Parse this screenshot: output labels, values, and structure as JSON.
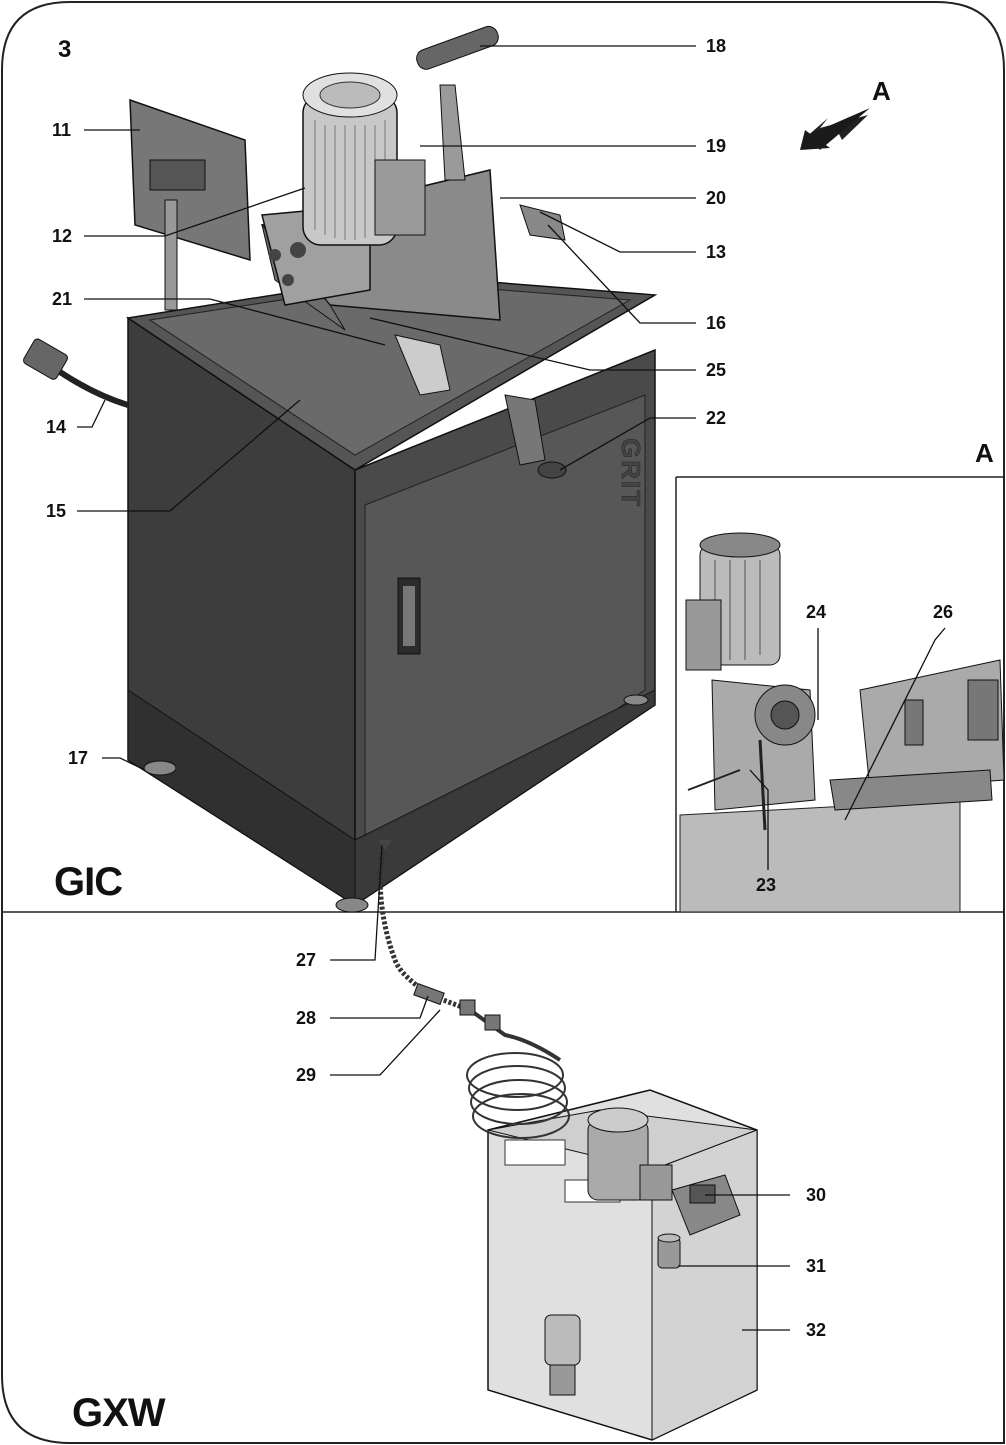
{
  "figure_number": "3",
  "view_letter": "A",
  "inset_letter": "A",
  "brand": "GRIT",
  "sections": {
    "top": {
      "model": "GIC"
    },
    "bottom": {
      "model": "GXW"
    }
  },
  "callouts": {
    "c11": "11",
    "c12": "12",
    "c13": "13",
    "c14": "14",
    "c15": "15",
    "c16": "16",
    "c17": "17",
    "c18": "18",
    "c19": "19",
    "c20": "20",
    "c21": "21",
    "c22": "22",
    "c23": "23",
    "c24": "24",
    "c25": "25",
    "c26": "26",
    "c27": "27",
    "c28": "28",
    "c29": "29",
    "c30": "30",
    "c31": "31",
    "c32": "32"
  }
}
